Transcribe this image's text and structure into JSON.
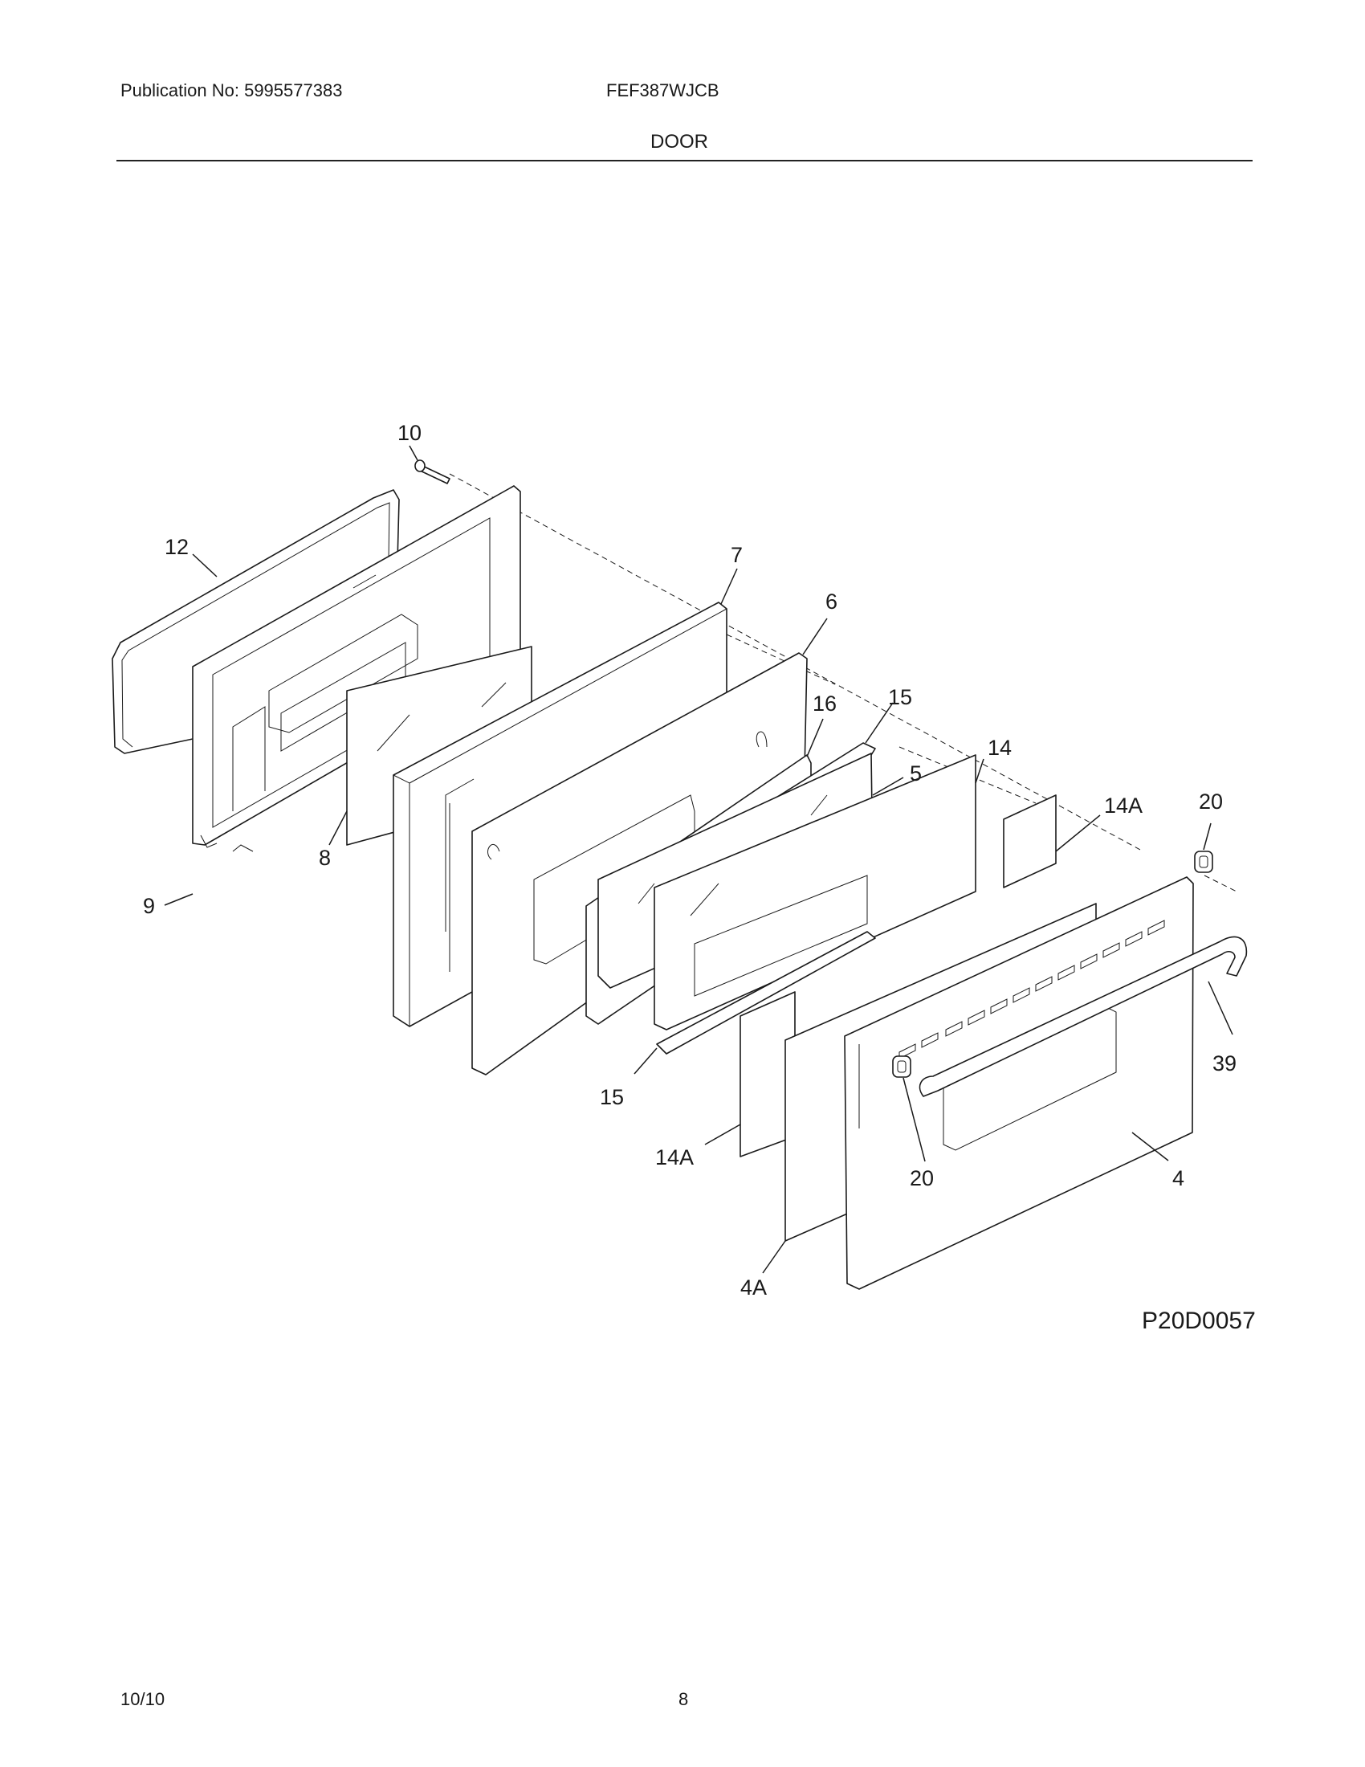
{
  "header": {
    "publication": "Publication No: 5995577383",
    "model": "FEF387WJCB",
    "section": "DOOR"
  },
  "diagram": {
    "code": "P20D0057",
    "callouts": {
      "c10": "10",
      "c12": "12",
      "c7": "7",
      "c6": "6",
      "c16": "16",
      "c15a": "15",
      "c14": "14",
      "c5": "5",
      "c14Aa": "14A",
      "c20a": "20",
      "c9": "9",
      "c8": "8",
      "c39": "39",
      "c15b": "15",
      "c14Ab": "14A",
      "c20b": "20",
      "c4": "4",
      "c4A": "4A"
    }
  },
  "footer": {
    "date": "10/10",
    "page": "8"
  }
}
